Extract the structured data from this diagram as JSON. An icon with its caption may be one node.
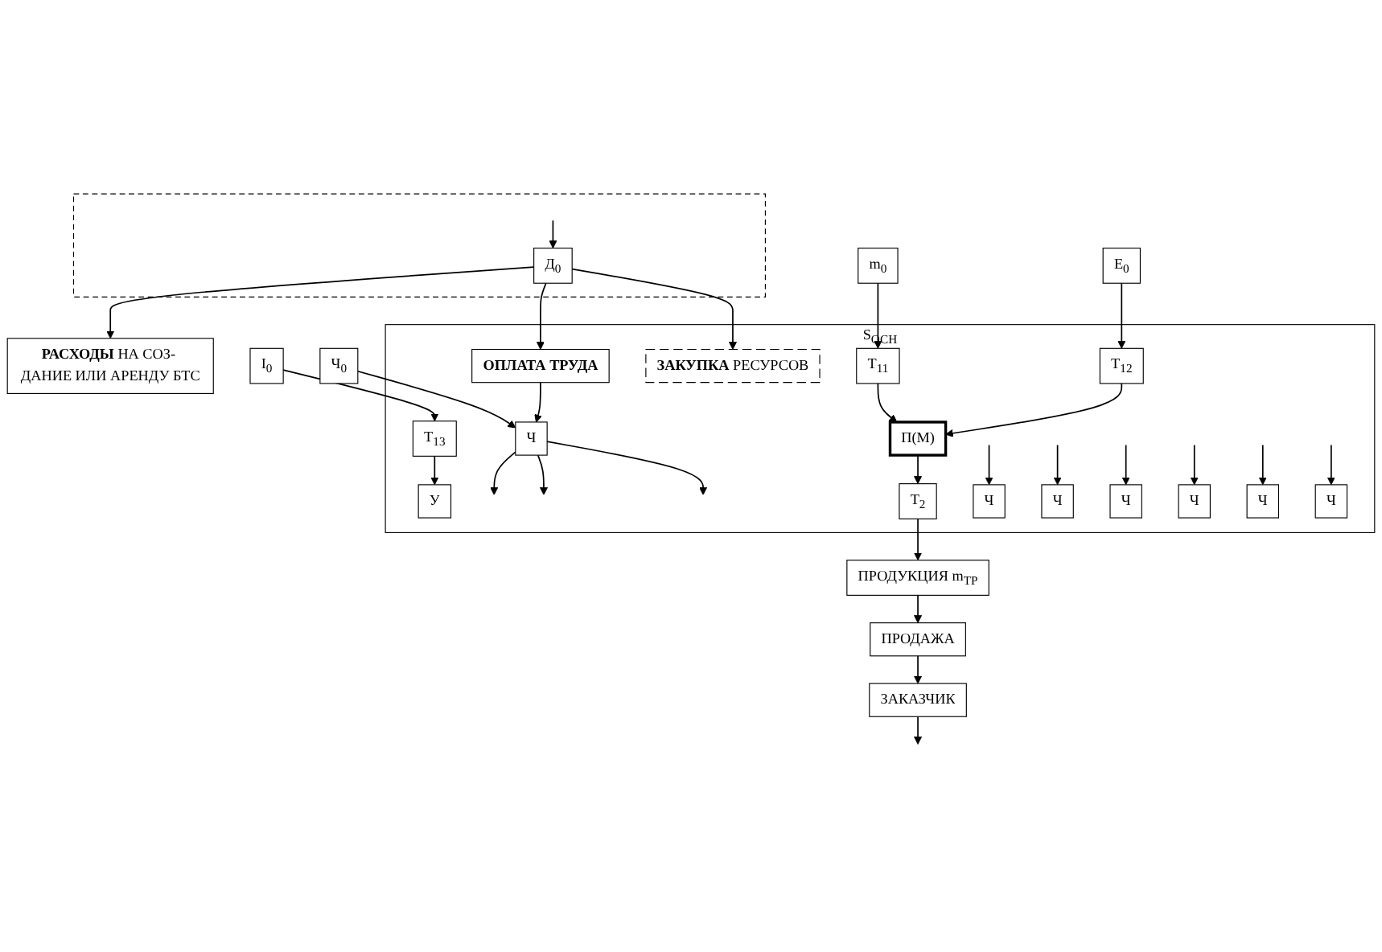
{
  "diagram": {
    "nodes": [
      {
        "text": [
          "m$_{0}$"
        ]
      },
      {
        "text": [
          "E$_{0}$"
        ]
      },
      {
        "text": [
          "I$_{0}$"
        ]
      },
      {
        "text": [],
        "shape": "box"
      },
      {
        "text": [
          "Д$_{0}$"
        ],
        "in": 3
      },
      {
        "text": [
          "Ч$_{0}$"
        ]
      },
      {
        "text": [
          "S$_{ОСН}$"
        ]
      },
      {
        "text": [
          "**ЗАКУПКА** РЕСУРСОВ"
        ],
        "in": 6
      },
      {
        "text": [
          "ОПЛАТА ТРУДА"
        ],
        "in": 6
      },
      {
        "text": [
          "T$_{11}$"
        ],
        "in": 6
      },
      {
        "text": [
          "Ч"
        ],
        "in": 6
      },
      {
        "text": [
          "T$_{12}$"
        ],
        "in": 6
      },
      {
        "text": [
          "Ч"
        ],
        "in": 6
      },
      {
        "text": [
          "T$_{13}$"
        ],
        "in": 6
      },
      {
        "text": [
          "Ч"
        ],
        "in": 6
      },
      {
        "text": [
          "Ч"
        ],
        "in": 6
      },
      {
        "text": [
          "П(М)"
        ],
        "in": 6
      },
      {
        "text": [
          "Ч"
        ],
        "in": 6
      },
      {
        "text": [
          "У"
        ],
        "in": 6
      },
      {
        "text": [
          "Ч"
        ],
        "in": 6
      },
      {
        "text": [
          "T$_{2}$"
        ],
        "in": 6
      },
      {
        "text": [
          "Ч"
        ],
        "in": 6
      },
      {
        "text": [
          "**РАСХОДЫ** НА СОЗ- ДАНИЕ ИЛИ АРЕНДУ БТС"
        ]
      },
      {
        "text": [
          "ПРОДУКЦИЯ m$_{ТР}$"
        ]
      },
      {
        "text": [
          "ПРОДАЖА"
        ]
      },
      {
        "text": [
          "ЗАКАЗЧИК"
        ]
      }
    ],
    "edges": [
      {
        "from": 0,
        "to": 9,
        "arrow": "to"
      },
      {
        "from": 1,
        "to": 11,
        "arrow": "to"
      },
      {
        "from": 2,
        "to": 13,
        "arrow": "to"
      },
      {
        "from": null,
        "to": 4,
        "arrow": "to"
      },
      {
        "from": 4,
        "to": 7,
        "arrow": "to"
      },
      {
        "from": 4,
        "to": 8,
        "arrow": "to"
      },
      {
        "from": 4,
        "to": 22,
        "arrow": "to"
      },
      {
        "from": 8,
        "to": 15,
        "arrow": "to"
      },
      {
        "from": 5,
        "to": 15,
        "arrow": "to"
      },
      {
        "from": 15,
        "to": null,
        "arrow": "to"
      },
      {
        "from": 15,
        "to": null,
        "arrow": "to"
      },
      {
        "from": 15,
        "to": null,
        "arrow": "to"
      },
      {
        "from": null,
        "to": 14,
        "arrow": "to"
      },
      {
        "from": null,
        "to": 10,
        "arrow": "to"
      },
      {
        "from": null,
        "to": 12,
        "arrow": "to"
      },
      {
        "from": 9,
        "to": 16,
        "arrow": "to"
      },
      {
        "from": 11,
        "to": 16,
        "arrow": "to"
      },
      {
        "from": 13,
        "to": 18,
        "arrow": "to"
      },
      {
        "from": null,
        "to": 17,
        "arrow": "to"
      },
      {
        "from": null,
        "to": 19,
        "arrow": "to"
      },
      {
        "from": 16,
        "to": 20,
        "arrow": "to"
      },
      {
        "from": null,
        "to": 21,
        "arrow": "to"
      },
      {
        "from": 20,
        "to": 23,
        "arrow": "to"
      },
      {
        "from": 23,
        "to": 24,
        "arrow": "to"
      },
      {
        "from": 24,
        "to": 25,
        "arrow": "to"
      },
      {
        "from": 25,
        "to": null,
        "arrow": "to"
      }
    ]
  }
}
